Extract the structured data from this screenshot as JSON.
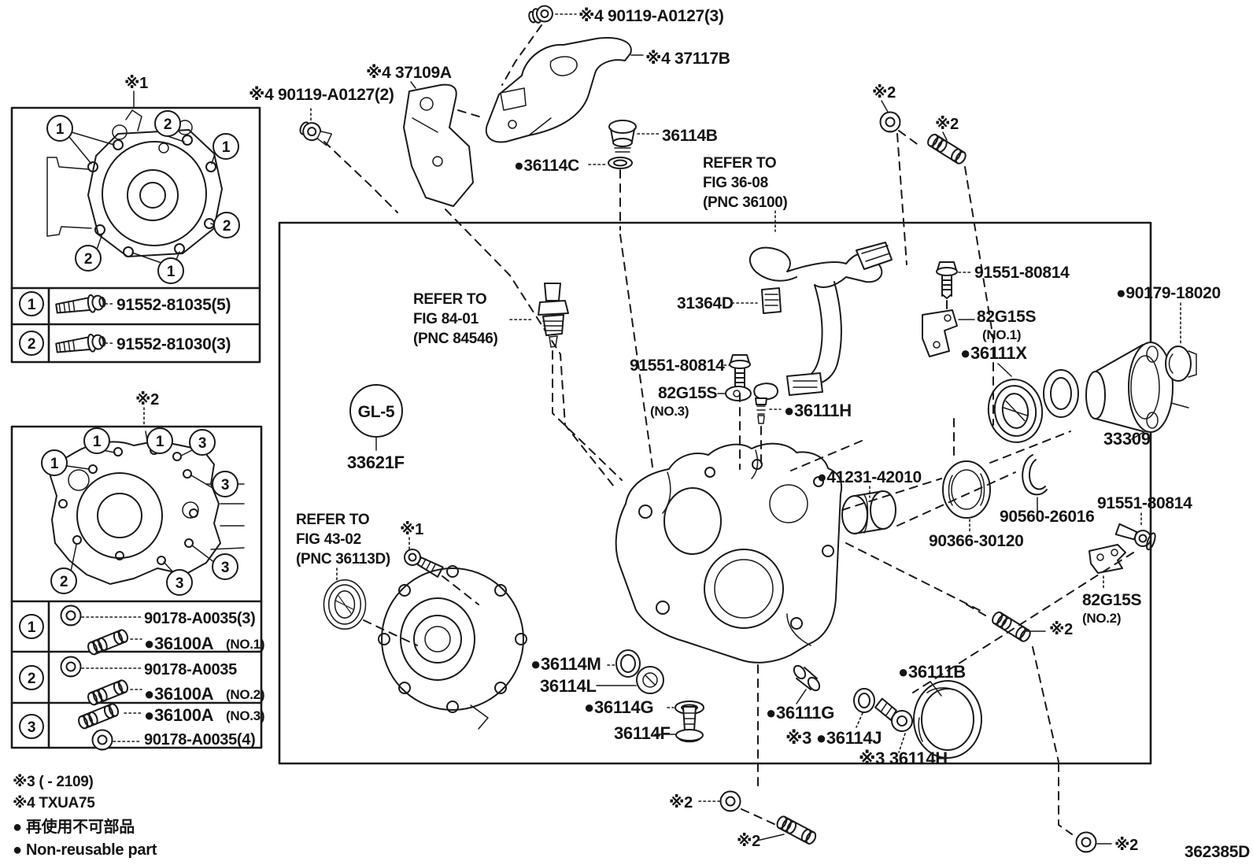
{
  "doc_code": "362385D",
  "markers": {
    "m1": "※1",
    "m2": "※2",
    "m3": "※3",
    "m4": "※4"
  },
  "notes": {
    "note3": "※3 (      - 2109)",
    "note4": "※4 TXUA75",
    "nonreusable_ja": "● 再使用不可部品",
    "nonreusable_en": "● Non-reusable part"
  },
  "top_labels": {
    "bolt_90119_3": "※4 90119-A0127(3)",
    "bracket_37117b": "※4 37117B",
    "bracket_37109a": "※4 37109A",
    "bolt_90119_2": "※4 90119-A0127(2)",
    "cap_36114b": "36114B",
    "gasket_36114c": "●36114C"
  },
  "refer_blocks": {
    "fig36_08": [
      "REFER TO",
      "FIG 36-08",
      "(PNC 36100)"
    ],
    "fig84_01": [
      "REFER TO",
      "FIG 84-01",
      "(PNC 84546)"
    ],
    "fig43_02": [
      "REFER TO",
      "FIG 43-02",
      "(PNC 36113D)"
    ]
  },
  "box1": {
    "marker": "※1",
    "callouts": [
      "1",
      "2",
      "1",
      "2",
      "2",
      "1"
    ],
    "legend": [
      {
        "num": "1",
        "part": "91552-81035(5)"
      },
      {
        "num": "2",
        "part": "91552-81030(3)"
      }
    ]
  },
  "box2": {
    "marker": "※2",
    "callouts": [
      "1",
      "1",
      "3",
      "1",
      "3",
      "3",
      "2",
      "3"
    ],
    "legend": [
      {
        "num": "1",
        "part_top": "90178-A0035(3)",
        "part_bottom": "●36100A",
        "suffix_bottom": "(NO.1)"
      },
      {
        "num": "2",
        "part_top": "90178-A0035",
        "part_bottom": "●36100A",
        "suffix_bottom": "(NO.2)"
      },
      {
        "num": "3",
        "part_top": "●36100A",
        "suffix_top": "(NO.3)",
        "part_bottom": "90178-A0035(4)"
      }
    ]
  },
  "parts": {
    "p31364d": "31364D",
    "p91551": "91551-80814",
    "p82g15s": "82G15S",
    "no1": "(NO.1)",
    "no2": "(NO.2)",
    "no3": "(NO.3)",
    "p36111x": "●36111X",
    "p90179": "●90179-18020",
    "p33309": "33309",
    "p36111h": "●36111H",
    "p41231": "●41231-42010",
    "p90366": "90366-30120",
    "p90560": "90560-26016",
    "gl5": "GL-5",
    "p33621f": "33621F",
    "p36114m": "●36114M",
    "p36114l": "36114L",
    "p36114g": "●36114G",
    "p36114f": "36114F",
    "p36111g": "●36111G",
    "p36114j": "※3 ●36114J",
    "p36114h": "※3 36114H",
    "p36111b": "●36111B"
  }
}
